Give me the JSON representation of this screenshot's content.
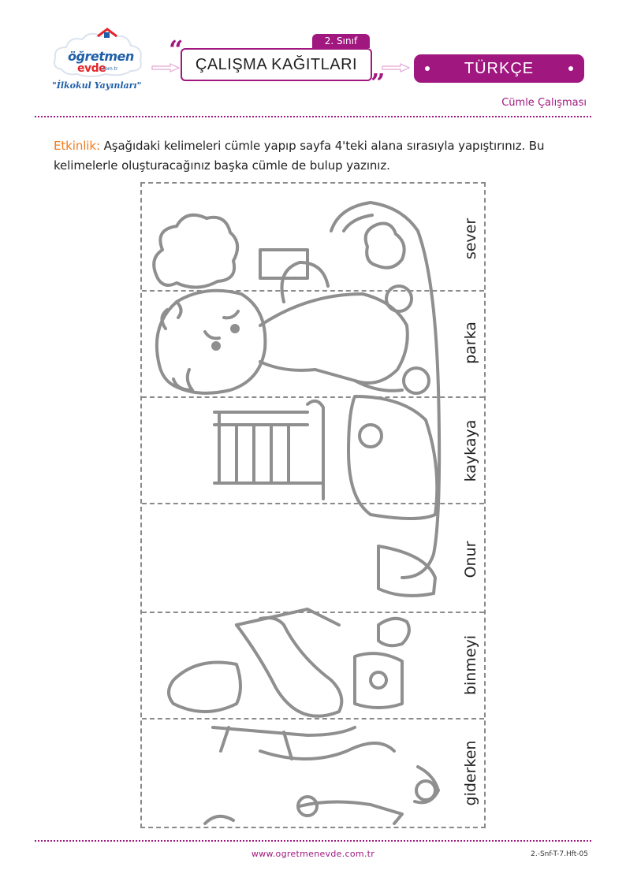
{
  "header": {
    "logo": {
      "brand_line1": "öğretmen",
      "brand_line2": "evde",
      "brand_suffix": ".com.tr",
      "tagline": "\"İlkokul Yayınları\""
    },
    "grade_tab": "2. Sınıf",
    "title": "ÇALIŞMA KAĞITLARI",
    "quote_open": "“",
    "quote_close": "”",
    "subject": "TÜRKÇE",
    "subtitle": "Cümle Çalışması",
    "accent_color": "#a0177f"
  },
  "instruction": {
    "label": "Etkinlik:",
    "text": " Aşağıdaki kelimeleri cümle yapıp sayfa 4'teki alana sırasıyla yapıştırınız. Bu kelimelerle oluşturacağınız başka cümle de bulup yazınız.",
    "label_color": "#f07b1d"
  },
  "puzzle": {
    "words": [
      "sever",
      "parka",
      "kaykaya",
      "Onur",
      "binmeyi",
      "giderken"
    ],
    "illustration": "boy-skateboarding-in-park-coloring-icon"
  },
  "footer": {
    "url": "www.ogretmenevde.com.tr",
    "code": "2.-Snf-T-7.Hft-05"
  }
}
